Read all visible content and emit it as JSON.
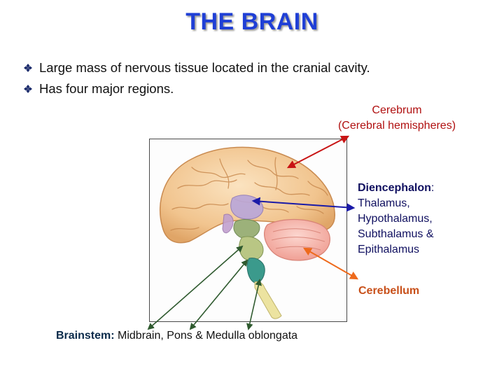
{
  "title": "THE BRAIN",
  "bullets": [
    "Large mass of nervous tissue located in the cranial cavity.",
    "Has four major regions."
  ],
  "labels": {
    "cerebrum": {
      "heading": "Cerebrum",
      "detail": "(Cerebral hemispheres)"
    },
    "diencephalon": {
      "heading": "Diencephalon",
      "colon": ":",
      "lines": [
        "Thalamus,",
        "Hypothalamus,",
        "Subthalamus &",
        "Epithalamus"
      ]
    },
    "cerebellum": "Cerebellum",
    "brainstem": {
      "heading": "Brainstem:",
      "detail": " Midbrain, Pons & Medulla oblongata"
    }
  },
  "colors": {
    "title": "#1f3fd6",
    "cerebrum_arrow": "#c81414",
    "diencephalon_arrow": "#1a1aa8",
    "cerebellum_arrow": "#ee6a1c",
    "brainstem_arrow": "#2f5a2f"
  },
  "icons": {
    "bullet": "diamond-bullet-icon"
  }
}
